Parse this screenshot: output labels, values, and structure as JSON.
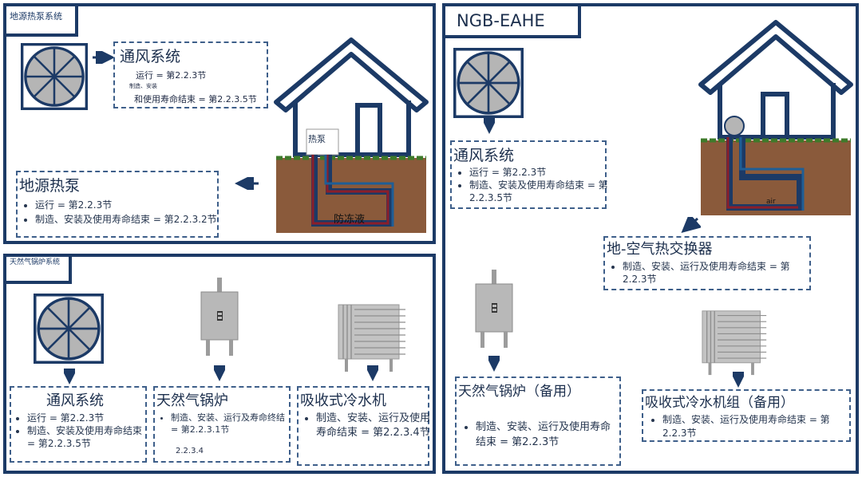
{
  "panels": {
    "gshp": {
      "title": "地源热泵系统",
      "ventilation": {
        "title": "通风系统",
        "line1": "运行 = 第2.2.3节",
        "line2": "制造、安装",
        "line3": "和使用寿命结束 = 第2.2.3.5节"
      },
      "heat_pump": {
        "title": "地源热泵",
        "items": [
          "运行 = 第2.2.3节",
          "制造、安装及使用寿命结束 = 第2.2.3.2节"
        ]
      },
      "house_label_pump": "热泵",
      "house_label_antifreeze": "防冻液"
    },
    "gas": {
      "title": "天然气锅炉系统",
      "ventilation": {
        "title": "通风系统",
        "items": [
          "运行 = 第2.2.3节",
          "制造、安装及使用寿命结束 = 第2.2.3.5节"
        ]
      },
      "boiler": {
        "title": "天然气锅炉",
        "items": [
          "制造、安装、运行及寿命终结 = 第2.2.3.1节"
        ],
        "extra": "2.2.3.4"
      },
      "chiller": {
        "title": "吸收式冷水机",
        "items": [
          "制造、安装、运行及使用寿命结束 = 第2.2.3.4节"
        ]
      }
    },
    "ngb": {
      "title": "NGB-EAHE",
      "ventilation": {
        "title": "通风系统",
        "items": [
          "运行 = 第2.2.3节",
          "制造、安装及使用寿命结束 = 第2.2.3.5节"
        ]
      },
      "eahe": {
        "title": "地-空气热交换器",
        "items": [
          "制造、安装、运行及使用寿命结束 = 第2.2.3节"
        ]
      },
      "boiler": {
        "title": "天然气锅炉（备用）",
        "items": [
          "制造、安装、运行及使用寿命结束 = 第2.2.3节"
        ]
      },
      "chiller": {
        "title": "吸收式冷水机组（备用）",
        "items": [
          "制造、安装、运行及使用寿命结束 = 第2.2.3节"
        ]
      },
      "house_label_air": "air"
    }
  },
  "colors": {
    "frame": "#1c3a66",
    "dashed": "#3e5f8a",
    "soil": "#8a5a3b",
    "grass": "#3e7a2a",
    "pipe_red": "#8b1e2a",
    "pipe_blue": "#1f5e96",
    "fan_fill": "#b5b5b5",
    "device_gray": "#b8b8b8"
  }
}
